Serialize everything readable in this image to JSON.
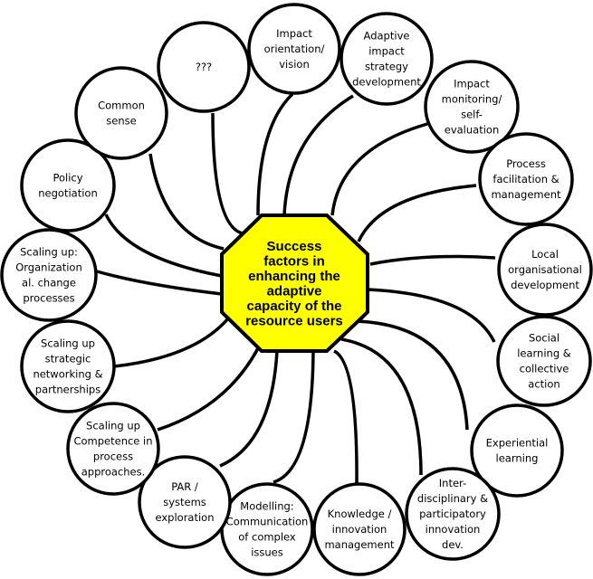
{
  "center": {
    "lines": [
      "Success",
      "factors in",
      "enhancing the",
      "adaptive",
      "capacity of the",
      "resource users"
    ],
    "fill": "#ffff00"
  },
  "nodes": [
    {
      "id": "impact-orientation",
      "lines": [
        "Impact",
        "orientation/",
        "vision"
      ]
    },
    {
      "id": "adaptive-impact-strategy",
      "lines": [
        "Adaptive",
        "impact",
        "strategy",
        "development"
      ]
    },
    {
      "id": "impact-monitoring",
      "lines": [
        "Impact",
        "monitoring/",
        "self-",
        "evaluation"
      ]
    },
    {
      "id": "process-facilitation",
      "lines": [
        "Process",
        "facilitation &",
        "management"
      ]
    },
    {
      "id": "local-organisational-development",
      "lines": [
        "Local",
        "organisational",
        "development"
      ]
    },
    {
      "id": "social-learning",
      "lines": [
        "Social",
        "learning &",
        "collective",
        "action"
      ]
    },
    {
      "id": "experiential-learning",
      "lines": [
        "Experiential",
        "learning"
      ]
    },
    {
      "id": "interdisciplinary-innovation",
      "lines": [
        "Inter-",
        "disciplinary &",
        "participatory",
        "innovation",
        "dev."
      ]
    },
    {
      "id": "knowledge-management",
      "lines": [
        "Knowledge /",
        "innovation",
        "management"
      ]
    },
    {
      "id": "modelling",
      "lines": [
        "Modelling:",
        "Communication",
        "of complex",
        "issues"
      ]
    },
    {
      "id": "par-systems",
      "lines": [
        "PAR /",
        "systems",
        "exploration"
      ]
    },
    {
      "id": "scaling-competence",
      "lines": [
        "Scaling up",
        "Competence in",
        "process",
        "approaches."
      ]
    },
    {
      "id": "scaling-networking",
      "lines": [
        "Scaling up",
        "strategic",
        "networking &",
        "partnerships"
      ]
    },
    {
      "id": "scaling-organizational",
      "lines": [
        "Scaling up:",
        "Organization",
        "al. change",
        "processes"
      ]
    },
    {
      "id": "policy-negotiation",
      "lines": [
        "Policy",
        "negotiation"
      ]
    },
    {
      "id": "common-sense",
      "lines": [
        "Common",
        "sense"
      ]
    },
    {
      "id": "unknown",
      "lines": [
        "???"
      ]
    }
  ]
}
